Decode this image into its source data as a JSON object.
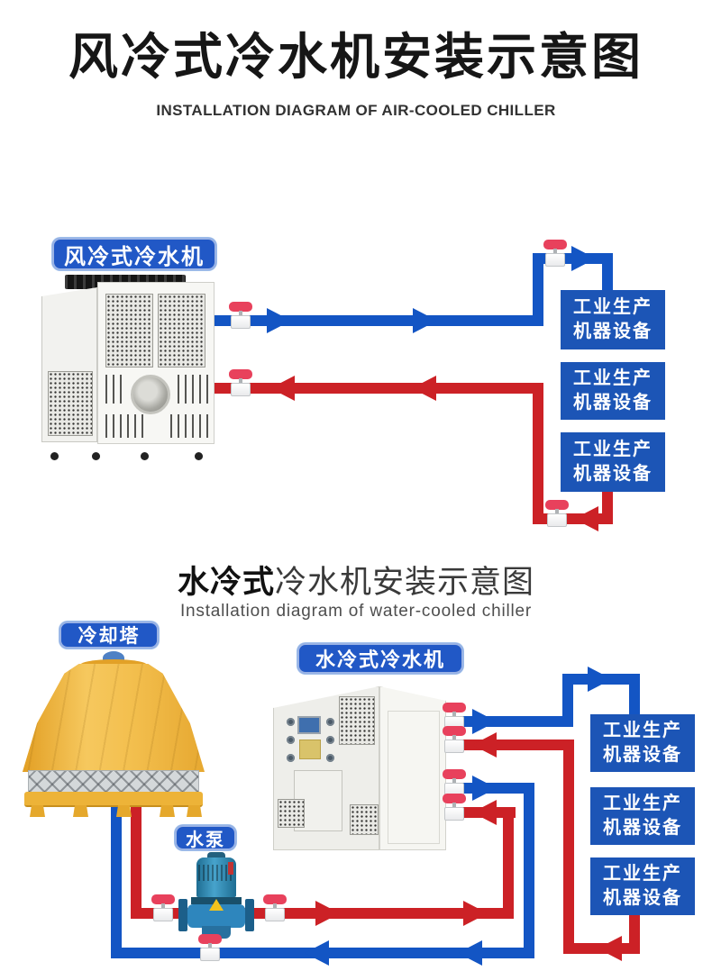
{
  "colors": {
    "pipe_blue": "#1355c4",
    "pipe_red": "#cc2126",
    "equipment_box_blue": "#1c55b6",
    "label_blue": "#2158c6",
    "tower_yellow": "#efb23a",
    "title_black": "#161616"
  },
  "section_air": {
    "title": "风冷式冷水机安装示意图",
    "subtitle": "INSTALLATION DIAGRAM OF AIR-COOLED CHILLER",
    "chiller_label": "风冷式冷水机",
    "equipment_boxes": [
      {
        "line1": "工业生产",
        "line2": "机器设备"
      },
      {
        "line1": "工业生产",
        "line2": "机器设备"
      },
      {
        "line1": "工业生产",
        "line2": "机器设备"
      }
    ]
  },
  "section_water": {
    "title_bold": "水冷式",
    "title_rest": "冷水机安装示意图",
    "subtitle": "Installation diagram of water-cooled chiller",
    "tower_label": "冷却塔",
    "chiller_label": "水冷式冷水机",
    "pump_label": "水泵",
    "equipment_boxes": [
      {
        "line1": "工业生产",
        "line2": "机器设备"
      },
      {
        "line1": "工业生产",
        "line2": "机器设备"
      },
      {
        "line1": "工业生产",
        "line2": "机器设备"
      }
    ]
  }
}
